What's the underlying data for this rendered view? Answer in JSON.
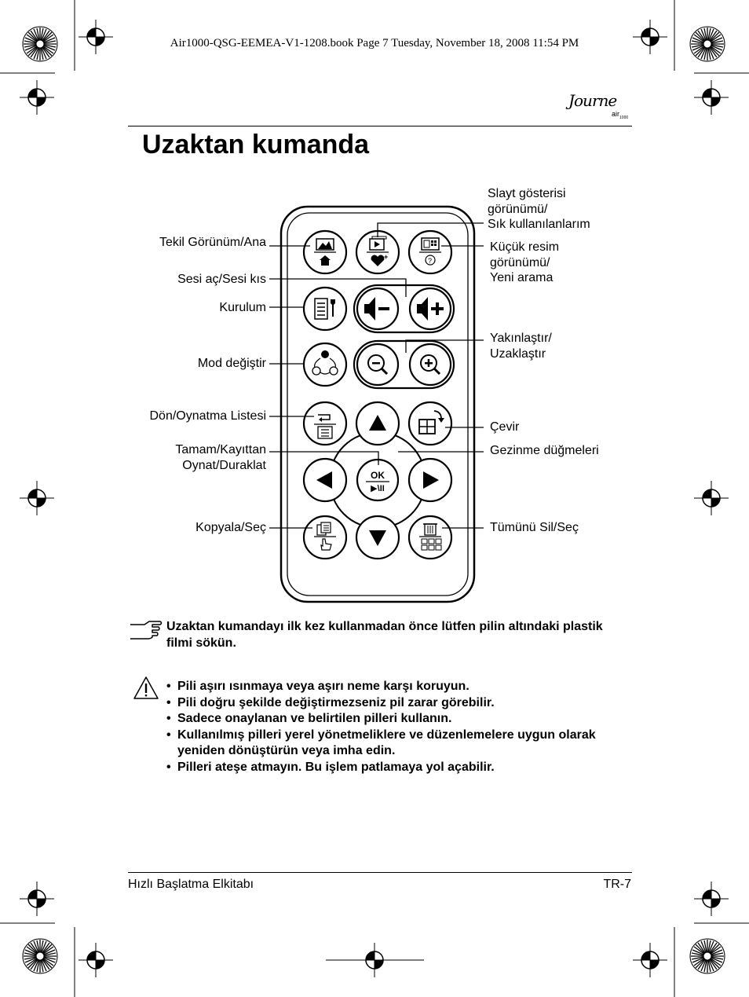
{
  "print_header": "Air1000-QSG-EEMEA-V1-1208.book  Page 7  Tuesday, November 18, 2008  11:54 PM",
  "brand": {
    "main": "Journe",
    "sub": "air",
    "sub_model": "1000"
  },
  "title": "Uzaktan kumanda",
  "remote": {
    "ok_label": "OK",
    "play_pause_label": "▶\\II",
    "callouts_left": [
      {
        "id": "single",
        "text": "Tekil Görünüm/Ana"
      },
      {
        "id": "volume",
        "text": "Sesi aç/Sesi kıs"
      },
      {
        "id": "setup",
        "text": "Kurulum"
      },
      {
        "id": "mode",
        "text": "Mod değiştir"
      },
      {
        "id": "back",
        "text": "Dön/Oynatma Listesi"
      },
      {
        "id": "ok",
        "text": "Tamam/Kayıttan\nOynat/Duraklat"
      },
      {
        "id": "copy",
        "text": "Kopyala/Seç"
      }
    ],
    "callouts_right": [
      {
        "id": "slideshow",
        "text": "Slayt gösterisi\ngörünümü/\nSık kullanılanlarım"
      },
      {
        "id": "thumb",
        "text": "Küçük resim\ngörünümü/\nYeni arama"
      },
      {
        "id": "zoom",
        "text": "Yakınlaştır/\nUzaklaştır"
      },
      {
        "id": "rotate",
        "text": "Çevir"
      },
      {
        "id": "nav",
        "text": "Gezinme düğmeleri"
      },
      {
        "id": "delete",
        "text": "Tümünü Sil/Seç"
      }
    ]
  },
  "note": "Uzaktan kumandayı ilk kez kullanmadan önce lütfen pilin altındaki plastik filmi sökün.",
  "warnings": [
    "Pili aşırı ısınmaya veya aşırı neme karşı koruyun.",
    "Pili doğru şekilde değiştirmezseniz pil zarar görebilir.",
    "Sadece onaylanan ve belirtilen pilleri kullanın.",
    "Kullanılmış pilleri yerel yönetmeliklere ve düzenlemelere uygun olarak yeniden dönüştürün veya imha edin.",
    "Pilleri ateşe atmayın. Bu işlem patlamaya yol açabilir."
  ],
  "footer": {
    "left": "Hızlı Başlatma Elkitabı",
    "right": "TR-7"
  }
}
